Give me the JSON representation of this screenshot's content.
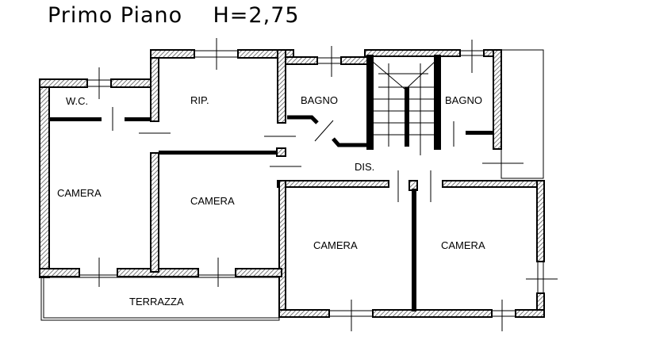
{
  "title": "Primo Piano    H=2,75",
  "rooms": {
    "wc": "W.C.",
    "rip": "RIP.",
    "bagno1": "BAGNO",
    "bagno2": "BAGNO",
    "dis": "DIS.",
    "camera1": "CAMERA",
    "camera2": "CAMERA",
    "camera3": "CAMERA",
    "camera4": "CAMERA",
    "terrazza": "TERRAZZA"
  },
  "colors": {
    "wall": "#000000",
    "hatch": "#9a9a9a",
    "background": "#ffffff"
  }
}
